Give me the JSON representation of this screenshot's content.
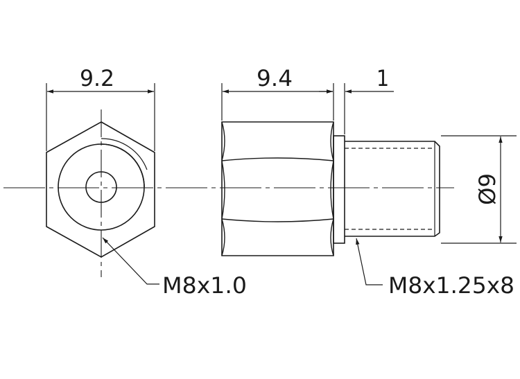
{
  "dimensions": {
    "hex_across_flats": "9.2",
    "hex_length": "9.4",
    "shoulder_width": "1",
    "thread_diameter": "Ø9"
  },
  "callouts": {
    "internal_thread": "M8x1.0",
    "external_thread": "M8x1.25x8"
  },
  "colors": {
    "line": "#1a1a1a",
    "background": "#ffffff"
  }
}
